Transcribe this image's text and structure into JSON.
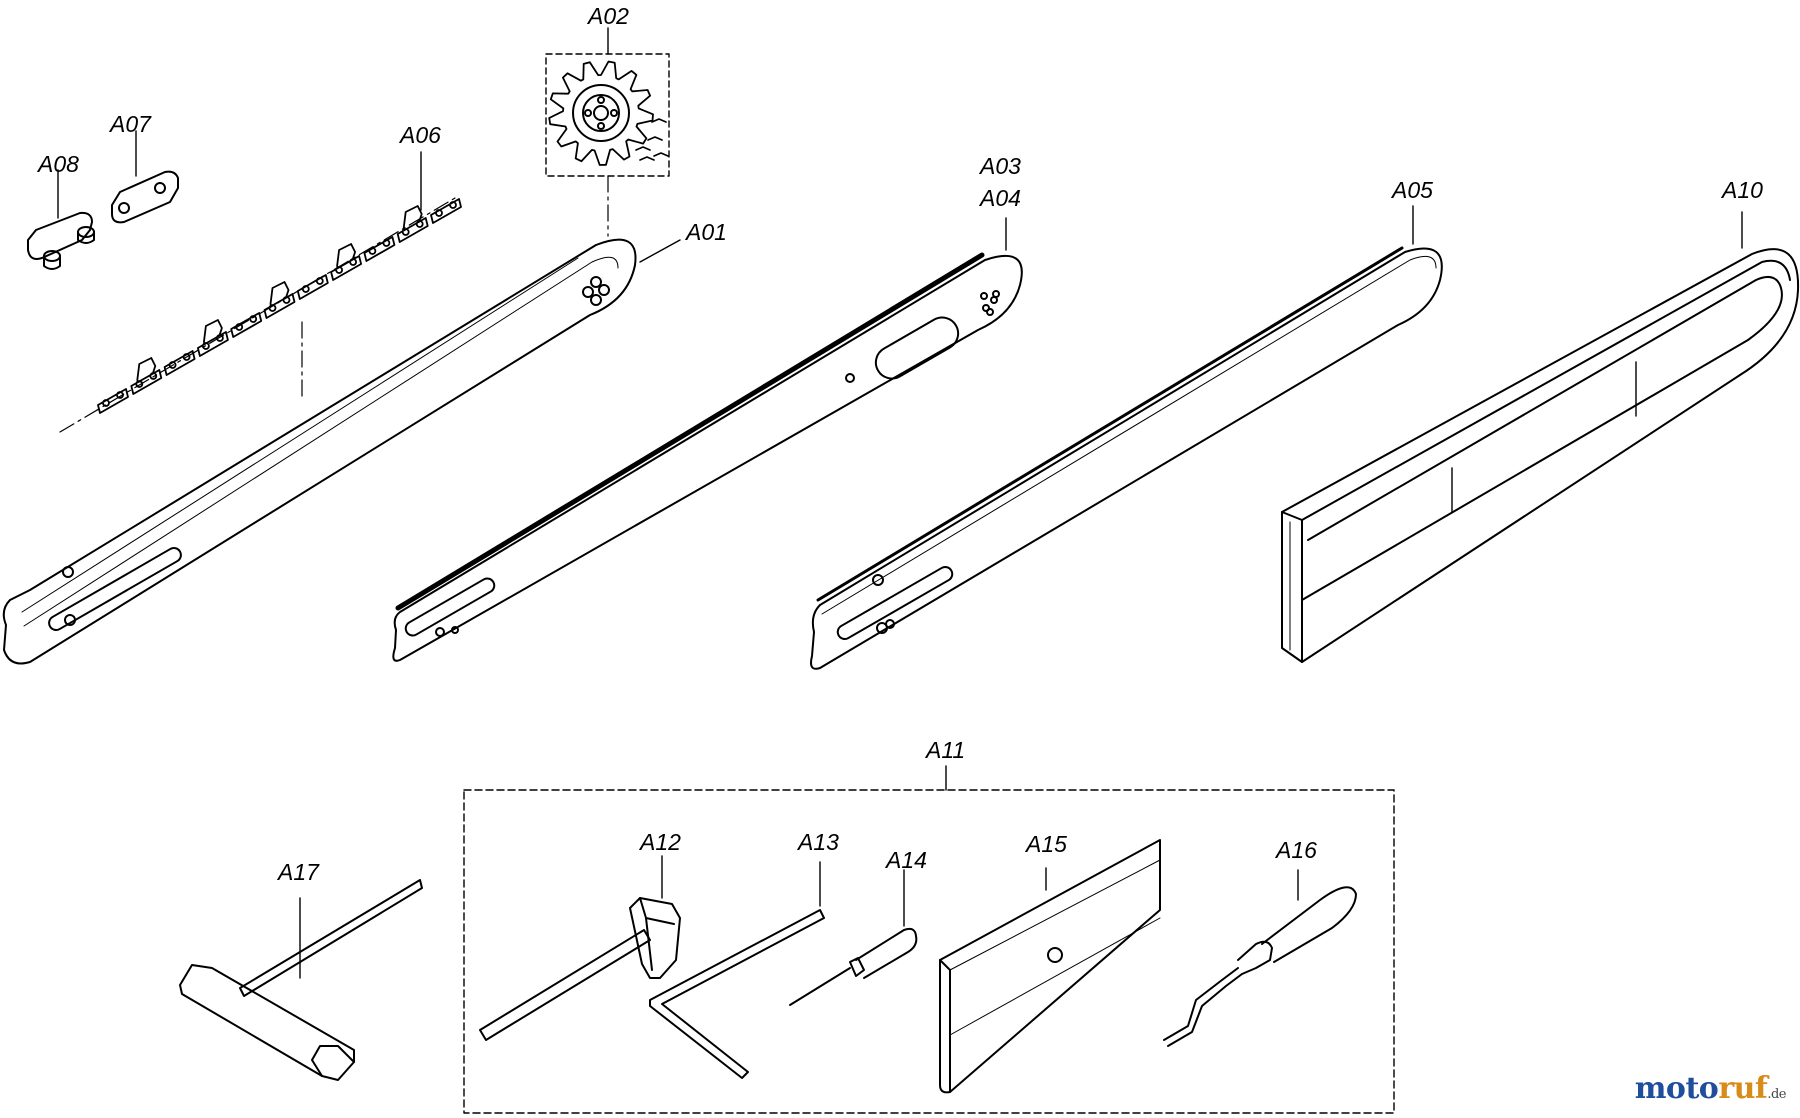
{
  "labels": {
    "A01": "A01",
    "A02": "A02",
    "A03": "A03",
    "A04": "A04",
    "A05": "A05",
    "A06": "A06",
    "A07": "A07",
    "A08": "A08",
    "A10": "A10",
    "A11": "A11",
    "A12": "A12",
    "A13": "A13",
    "A14": "A14",
    "A15": "A15",
    "A16": "A16",
    "A17": "A17"
  },
  "watermark": {
    "part1": "moto",
    "part2": "ruf",
    "suffix": ".de",
    "color1": "#1f4e9c",
    "color2": "#d98b1a"
  },
  "colors": {
    "line": "#000000",
    "background": "#ffffff"
  }
}
